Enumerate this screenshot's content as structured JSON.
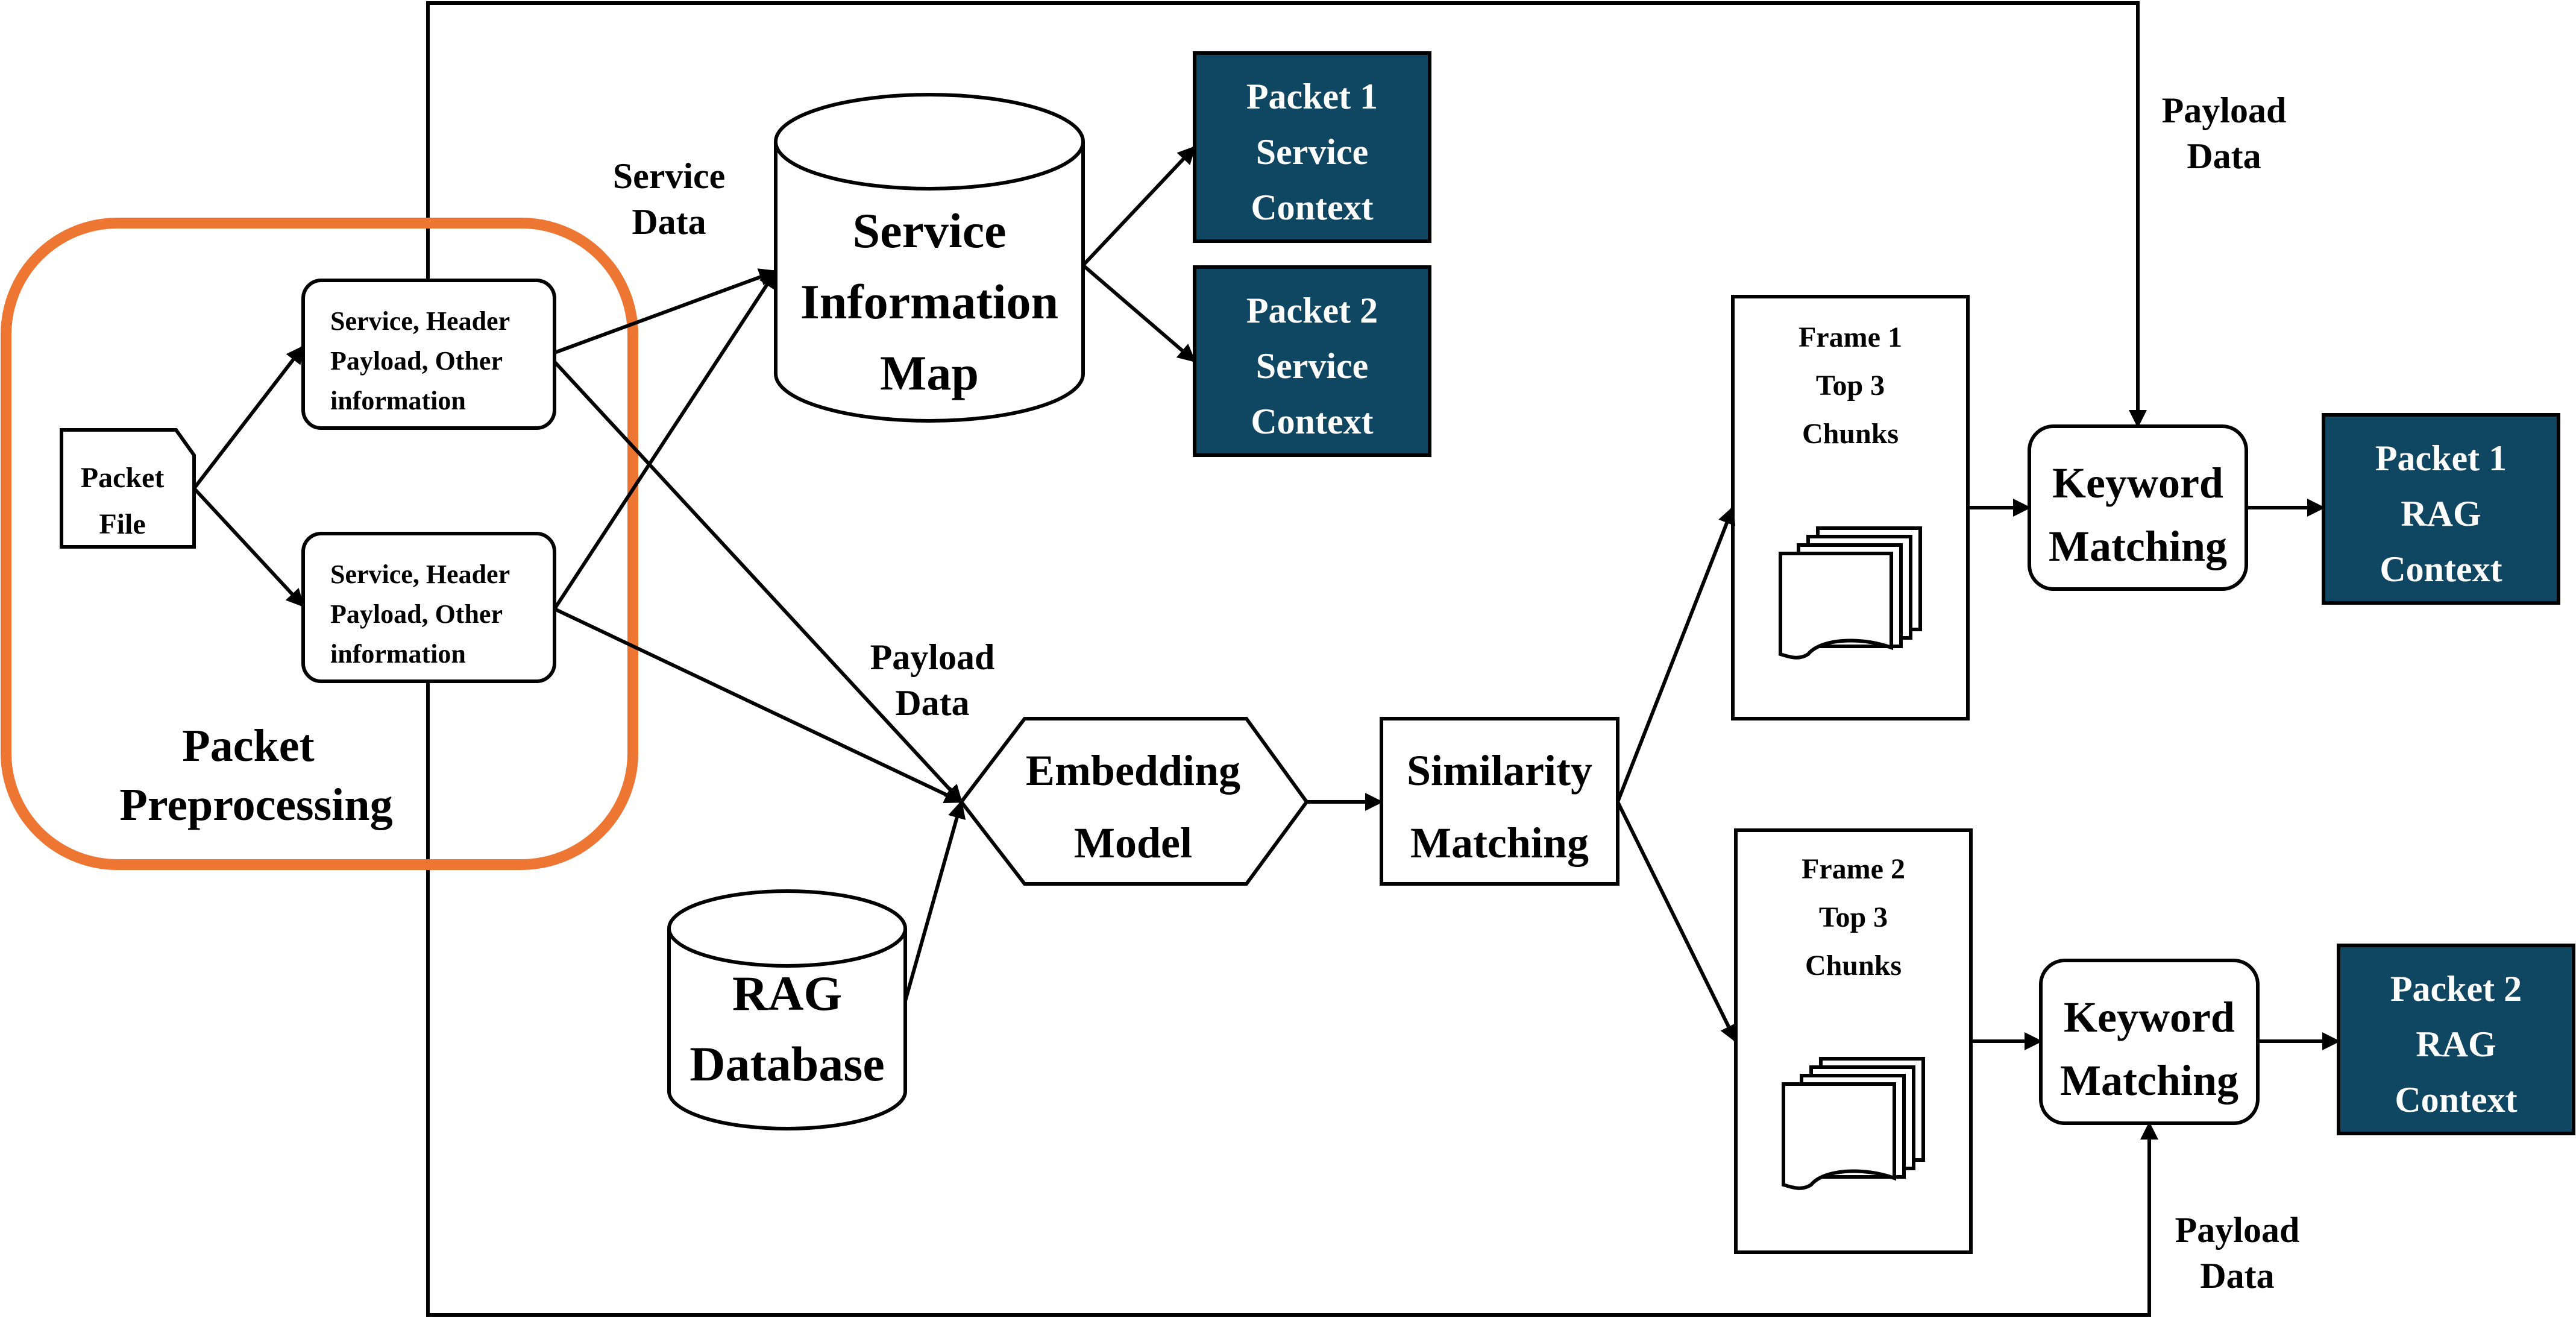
{
  "colors": {
    "context_fill": "#0f4661",
    "preprocessing_outline": "#ed7633",
    "stroke": "#000000"
  },
  "packet_file": [
    "Packet",
    "File"
  ],
  "preprocessing": {
    "label": [
      "Packet",
      "Preprocessing"
    ],
    "box_1": [
      "Service, Header",
      "Payload, Other",
      "information"
    ],
    "box_2": [
      "Service, Header",
      "Payload, Other",
      "information"
    ]
  },
  "service_map": [
    "Service",
    "Information",
    "Map"
  ],
  "rag_database": [
    "RAG",
    "Database"
  ],
  "embedding_model": [
    "Embedding",
    "Model"
  ],
  "similarity_matching": [
    "Similarity",
    "Matching"
  ],
  "service_context_1": [
    "Packet 1",
    "Service",
    "Context"
  ],
  "service_context_2": [
    "Packet 2",
    "Service",
    "Context"
  ],
  "frame_1": [
    "Frame 1",
    "Top 3",
    "Chunks"
  ],
  "frame_2": [
    "Frame 2",
    "Top 3",
    "Chunks"
  ],
  "keyword_matching_1": [
    "Keyword",
    "Matching"
  ],
  "keyword_matching_2": [
    "Keyword",
    "Matching"
  ],
  "rag_context_1": [
    "Packet 1",
    "RAG",
    "Context"
  ],
  "rag_context_2": [
    "Packet 2",
    "RAG",
    "Context"
  ],
  "labels": {
    "service_data": [
      "Service",
      "Data"
    ],
    "payload_data_mid": [
      "Payload",
      "Data"
    ],
    "payload_data_top": [
      "Payload",
      "Data"
    ],
    "payload_data_bottom": [
      "Payload",
      "Data"
    ]
  },
  "icons": {
    "chunk_stack": "stacked-document-icon"
  }
}
